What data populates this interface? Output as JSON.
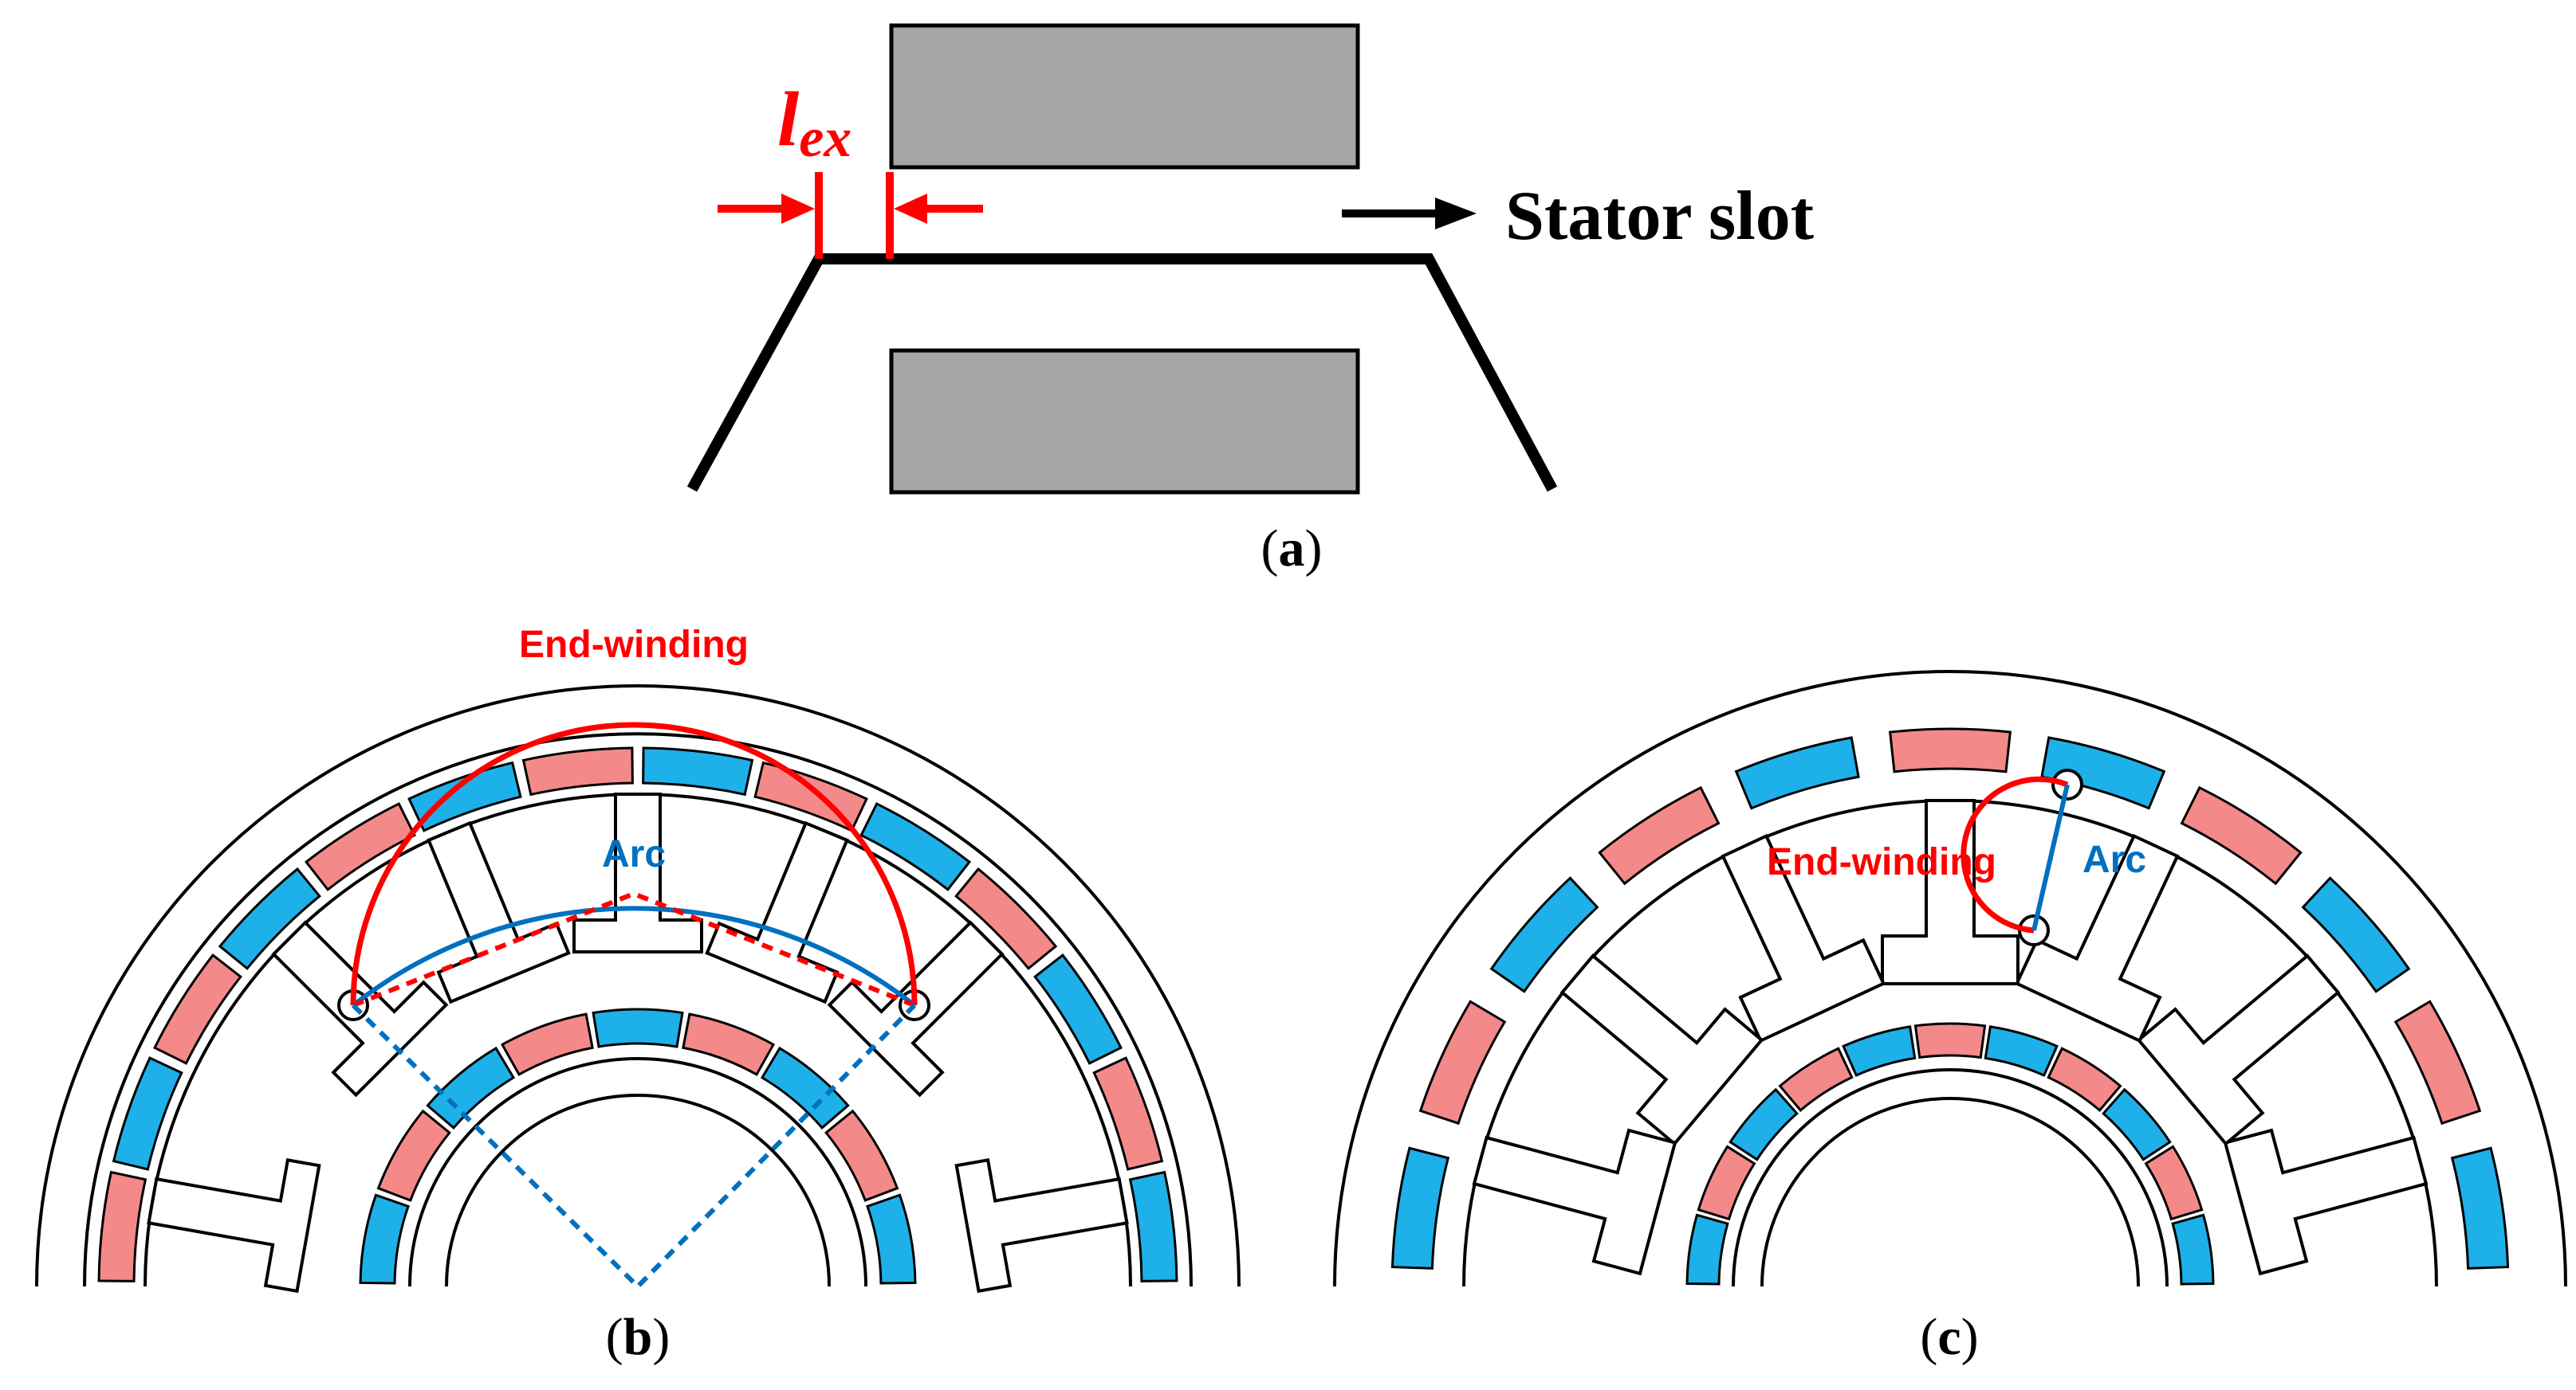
{
  "panel_a": {
    "lex_main": "l",
    "lex_sub": "ex",
    "stator_slot_label": "Stator slot",
    "caption_open": "(",
    "caption_letter": "a",
    "caption_close": ")"
  },
  "panel_b": {
    "end_winding_label": "End-winding",
    "arc_label": "Arc",
    "caption_open": "(",
    "caption_letter": "b",
    "caption_close": ")"
  },
  "panel_c": {
    "end_winding_label": "End-winding",
    "arc_label": "Arc",
    "caption_open": "(",
    "caption_letter": "c",
    "caption_close": ")"
  },
  "colors": {
    "winding_red": "#ff0000",
    "arc_blue": "#0070c0",
    "magnet_red": "#f4898a",
    "magnet_blue": "#1eb0e8",
    "slot_gray": "#a6a6a6"
  }
}
